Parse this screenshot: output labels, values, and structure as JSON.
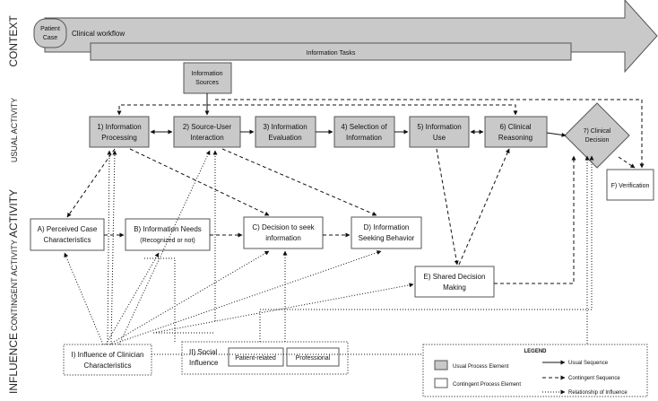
{
  "side_labels": {
    "context": "CONTEXT",
    "usual_activity": "USUAL ACTIVITY",
    "activity": "ACTIVITY",
    "contingent_activity": "CONTINGENT ACTIVITY",
    "influence": "INFLUENCE"
  },
  "context": {
    "patient_case": [
      "Patient",
      "Case"
    ],
    "clinical_workflow": "Clinical workflow",
    "information_tasks": "Information Tasks"
  },
  "usual_process": {
    "information_sources": [
      "Information",
      "Sources"
    ],
    "step1": [
      "1) Information",
      "Processing"
    ],
    "step2": [
      "2) Source-User",
      "Interaction"
    ],
    "step3": [
      "3) Information",
      "Evaluation"
    ],
    "step4": [
      "4) Selection of",
      "Information"
    ],
    "step5": [
      "5) Information",
      "Use"
    ],
    "step6": [
      "6) Clinical",
      "Reasoning"
    ],
    "step7": [
      "7) Clinical",
      "Decision"
    ],
    "verification": "F) Verification"
  },
  "contingent_process": {
    "a": [
      "A) Perceived Case",
      "Characteristics"
    ],
    "b": [
      "B) Information Needs",
      "(Recognized or not)"
    ],
    "c": [
      "C) Decision to seek",
      "information"
    ],
    "d": [
      "D) Information",
      "Seeking Behavior"
    ],
    "e": [
      "E) Shared Decision",
      "Making"
    ]
  },
  "influence": {
    "clinician": [
      "I) Influence of Clinician",
      "Characteristics"
    ],
    "social": [
      "II) Social",
      "Influence"
    ],
    "patient_related": "Patient-related",
    "professional": "Professional"
  },
  "legend": {
    "title": "LEGEND",
    "usual_element": "Usual Process Element",
    "contingent_element": "Contingent Process Element",
    "usual_sequence": "Usual Sequence",
    "contingent_sequence": "Contingent Sequence",
    "influence_relationship": "Relationship of Influence"
  },
  "colors": {
    "usual_fill": "#c9c9c9",
    "contingent_fill": "#ffffff",
    "stroke": "#555555"
  }
}
